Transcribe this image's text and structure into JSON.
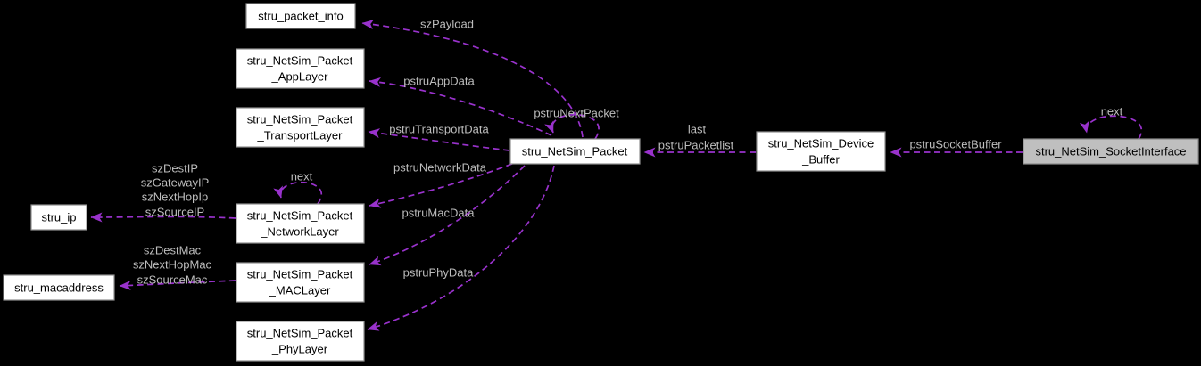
{
  "diagram_type": "collaboration-graph",
  "colors": {
    "background": "#000000",
    "edge": "#9932cc",
    "edge_label_text": "#bdbdbd",
    "node_fill": "#ffffff",
    "node_border": "#909090",
    "node_text": "#000000",
    "highlighted_node_fill": "#bfbfbf"
  },
  "nodes": {
    "packet_info": {
      "label": "stru_packet_info"
    },
    "app_layer": {
      "line1": "stru_NetSim_Packet",
      "line2": "_AppLayer"
    },
    "transport_layer": {
      "line1": "stru_NetSim_Packet",
      "line2": "_TransportLayer"
    },
    "ip": {
      "label": "stru_ip"
    },
    "network_layer": {
      "line1": "stru_NetSim_Packet",
      "line2": "_NetworkLayer"
    },
    "macaddress": {
      "label": "stru_macaddress"
    },
    "mac_layer": {
      "line1": "stru_NetSim_Packet",
      "line2": "_MACLayer"
    },
    "phy_layer": {
      "line1": "stru_NetSim_Packet",
      "line2": "_PhyLayer"
    },
    "packet": {
      "label": "stru_NetSim_Packet"
    },
    "device_buffer": {
      "line1": "stru_NetSim_Device",
      "line2": "_Buffer"
    },
    "socket_interface": {
      "label": "stru_NetSim_SocketInterface"
    }
  },
  "edge_labels": {
    "payload": "szPayload",
    "app_data": "pstruAppData",
    "transport_data": "pstruTransportData",
    "next_packet": "pstruNextPacket",
    "network_data": "pstruNetworkData",
    "mac_data": "pstruMacData",
    "phy_data": "pstruPhyData",
    "packetlist": {
      "line1": "last",
      "line2": "pstruPacketlist"
    },
    "socket_buffer": "pstruSocketBuffer",
    "next_network": "next",
    "next_socket": "next",
    "ip_fields": {
      "line1": "szDestIP",
      "line2": "szGatewayIP",
      "line3": "szNextHopIp",
      "line4": "szSourceIP"
    },
    "mac_fields": {
      "line1": "szDestMac",
      "line2": "szNextHopMac",
      "line3": "szSourceMac"
    }
  }
}
